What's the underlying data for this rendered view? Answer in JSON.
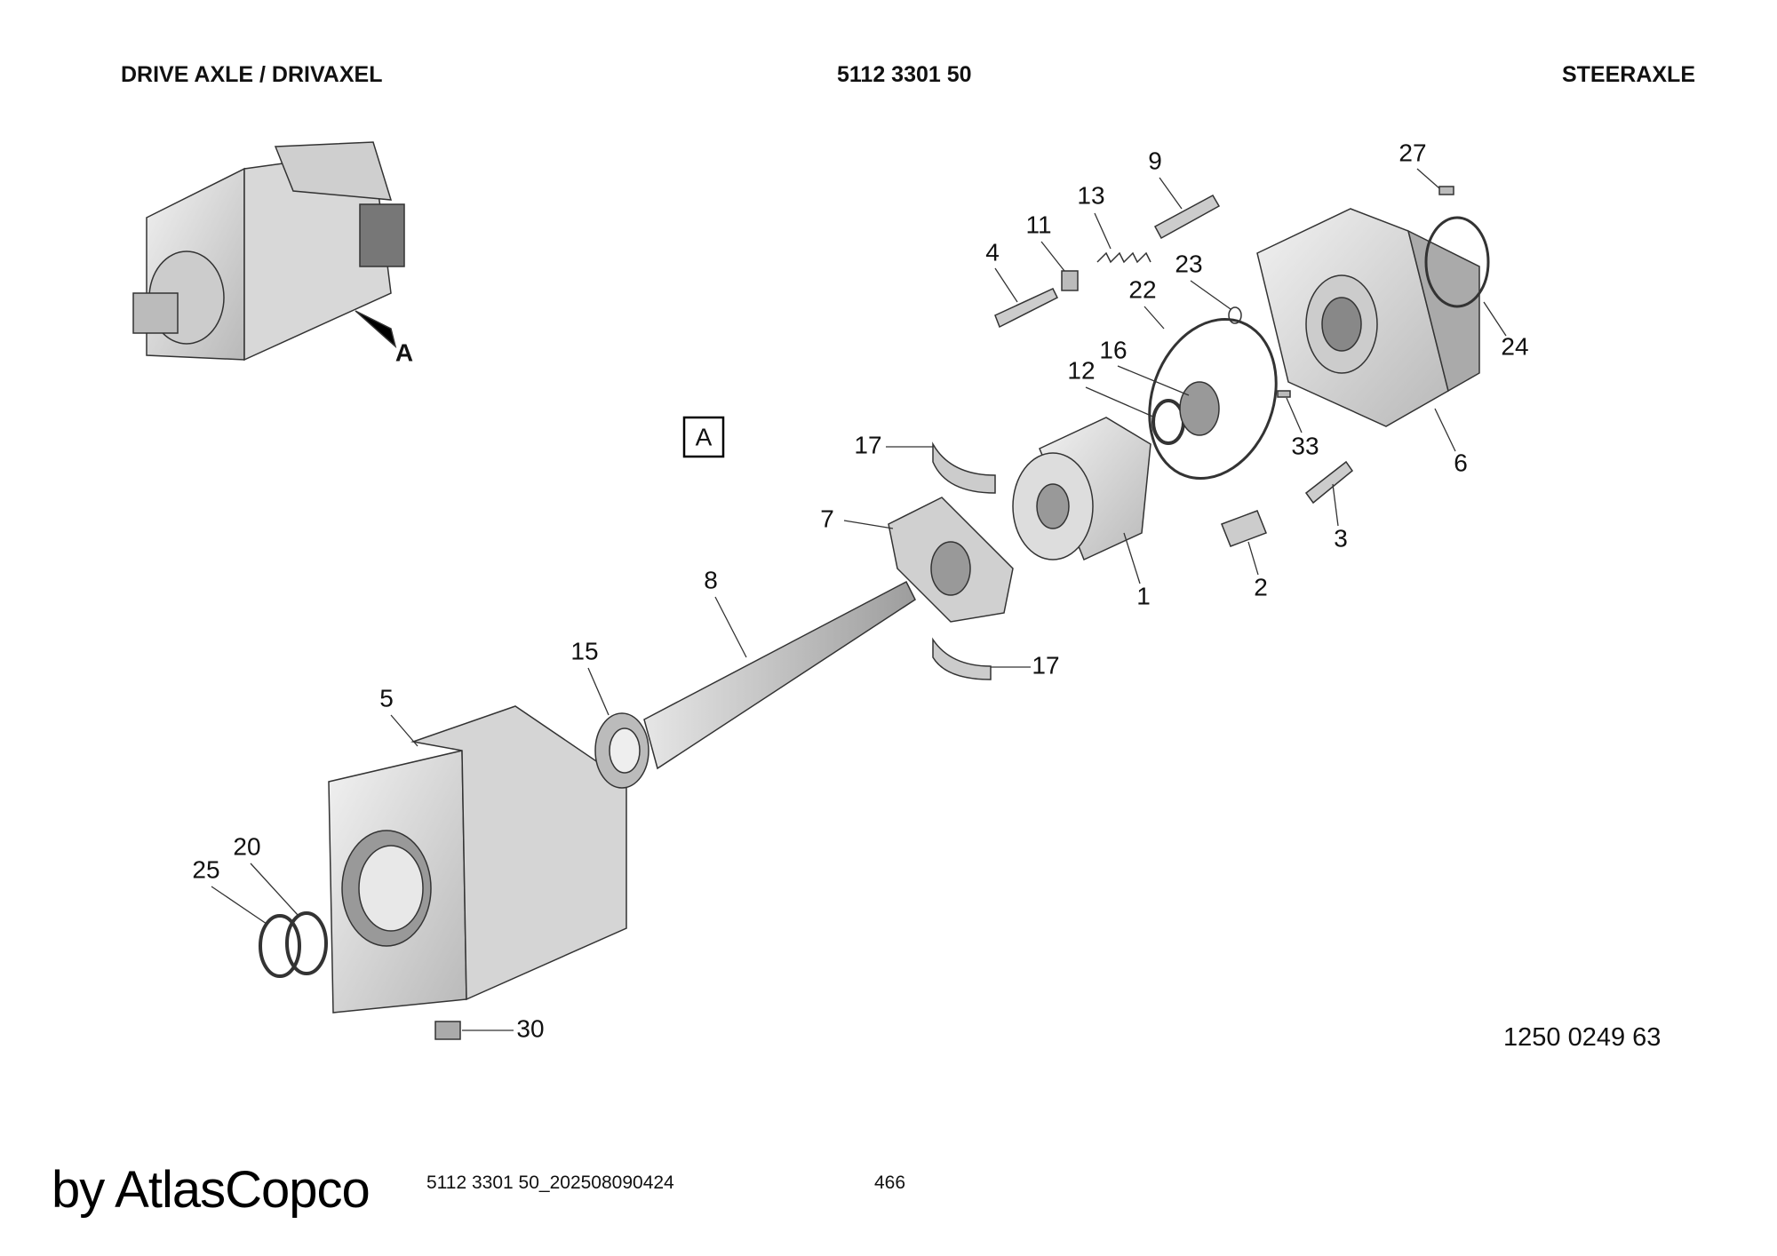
{
  "header": {
    "left": "DRIVE AXLE / DRIVAXEL",
    "center": "5112 3301 50",
    "right": "STEERAXLE"
  },
  "view_marker": {
    "label": "A",
    "box_label": "A"
  },
  "callouts": [
    "27",
    "9",
    "13",
    "11",
    "4",
    "23",
    "22",
    "24",
    "16",
    "12",
    "33",
    "6",
    "17",
    "7",
    "3",
    "1",
    "2",
    "8",
    "17",
    "15",
    "5",
    "20",
    "25",
    "30"
  ],
  "document_number": "1250 0249 63",
  "footer": {
    "id": "5112 3301 50_202508090424",
    "page": "466"
  },
  "watermark": "by AtlasCopco"
}
